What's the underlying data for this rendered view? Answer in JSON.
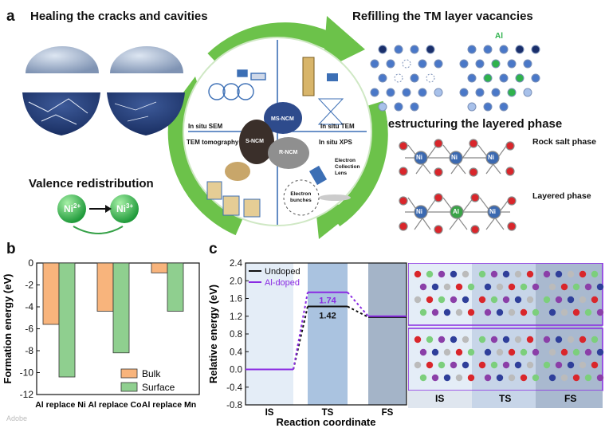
{
  "panel_a": {
    "letter": "a",
    "headings": {
      "healing": "Healing the cracks and cavities",
      "refilling": "Refilling the TM layer vacancies",
      "restructuring": "Restructuring the layered phase",
      "valence": "Valence redistribution"
    },
    "inner_labels": {
      "in_situ_sem": "In situ SEM",
      "tem_tomography": "TEM tomography",
      "in_situ_tem": "In situ TEM",
      "in_situ_xps": "In situ XPS",
      "ms_ncm": "MS-NCM",
      "s_ncm": "S-NCM",
      "r_ncm": "R-NCM",
      "electron_collection_lens": [
        "Electron",
        "Collection",
        "Lens"
      ],
      "electron_bunches": [
        "Electron",
        "bunches"
      ]
    },
    "al_label": "Al",
    "ni2": "Ni",
    "ni2_charge": "2+",
    "ni3": "Ni",
    "ni3_charge": "3+",
    "ni_atom": "Ni",
    "al_atom": "Al",
    "rock_salt": "Rock salt phase",
    "layered": "Layered phase"
  },
  "chart_data": [
    {
      "type": "bar",
      "panel": "b",
      "categories": [
        "Al replace Ni",
        "Al replace Co",
        "Al replace Mn"
      ],
      "series": [
        {
          "name": "Bulk",
          "values": [
            -5.6,
            -4.4,
            -0.9
          ],
          "color": "#f8b47c"
        },
        {
          "name": "Surface",
          "values": [
            -10.4,
            -8.2,
            -4.4
          ],
          "color": "#8fcf8f"
        }
      ],
      "ylabel": "Formation energy (eV)",
      "ylim": [
        -12,
        0
      ],
      "yticks": [
        "0",
        "-2",
        "-4",
        "-6",
        "-8",
        "-10",
        "-12"
      ],
      "legend": "bottom-right"
    },
    {
      "type": "line",
      "panel": "c",
      "categories": [
        "IS",
        "TS",
        "FS"
      ],
      "series": [
        {
          "name": "Undoped",
          "values": [
            0.0,
            1.42,
            1.18
          ],
          "color": "#111111"
        },
        {
          "name": "Al-doped",
          "values": [
            0.0,
            1.74,
            1.2
          ],
          "color": "#8a2be2"
        }
      ],
      "annotations": [
        "1.74",
        "1.42"
      ],
      "xlabel": "Reaction coordinate",
      "ylabel": "Relative energy (eV)",
      "ylim": [
        -0.8,
        2.4
      ],
      "yticks": [
        "2.4",
        "2.0",
        "1.6",
        "1.2",
        "0.8",
        "0.4",
        "0.0",
        "-0.4",
        "-0.8"
      ],
      "legend": "top-left"
    }
  ],
  "panel_c_structures": {
    "labels": [
      "IS",
      "TS",
      "FS"
    ]
  },
  "watermark": "Adobe"
}
